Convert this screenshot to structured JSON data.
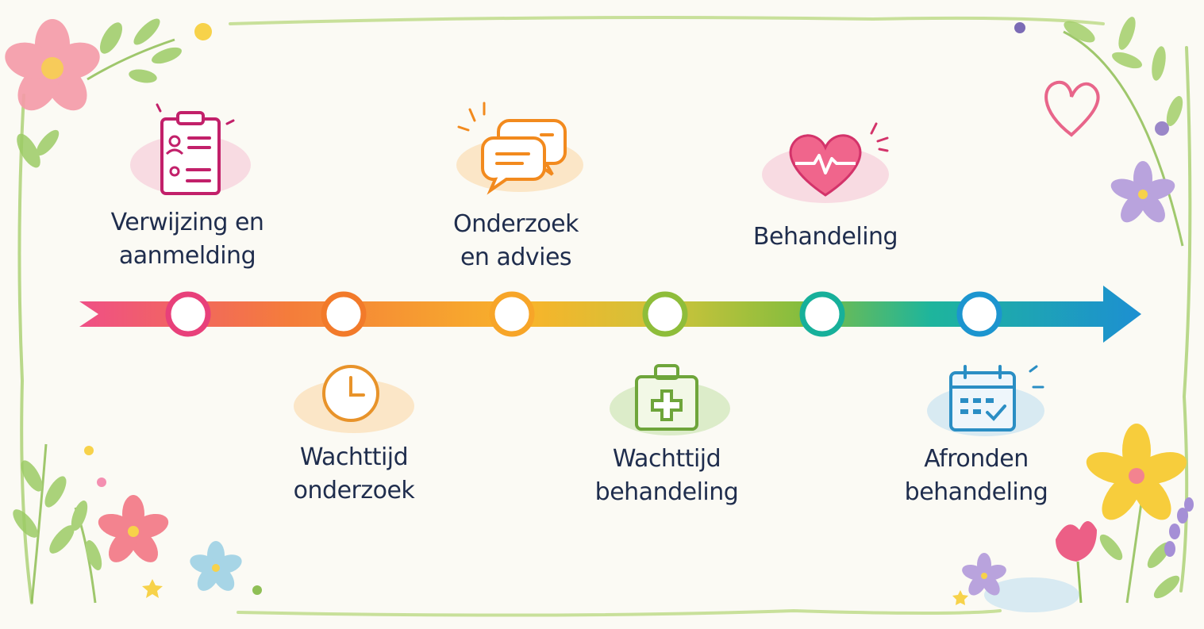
{
  "steps": [
    {
      "lines": [
        "Verwijzing en",
        "aanmelding"
      ],
      "icon": "clipboard-icon",
      "color": "#e8407a",
      "position": "above"
    },
    {
      "lines": [
        "Wachttijd",
        "onderzoek"
      ],
      "icon": "clock-icon",
      "color": "#f27a2a",
      "position": "below"
    },
    {
      "lines": [
        "Onderzoek",
        "en advies"
      ],
      "icon": "chat-bubbles-icon",
      "color": "#f7a528",
      "position": "above"
    },
    {
      "lines": [
        "Wachttijd",
        "behandeling"
      ],
      "icon": "medical-kit-icon",
      "color": "#8ebd3a",
      "position": "below"
    },
    {
      "lines": [
        "Behandeling"
      ],
      "icon": "heart-pulse-icon",
      "color": "#17b09a",
      "position": "above"
    },
    {
      "lines": [
        "Afronden",
        "behandeling"
      ],
      "icon": "calendar-check-icon",
      "color": "#1c95cf",
      "position": "below"
    }
  ]
}
